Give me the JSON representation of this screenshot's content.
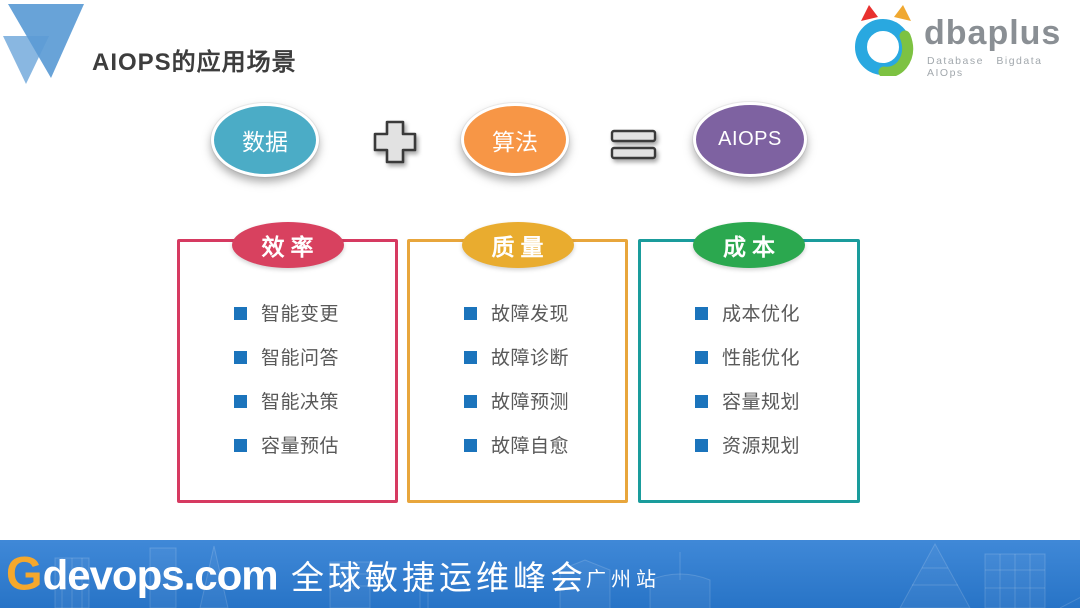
{
  "slide": {
    "title": "AIOPS的应用场景"
  },
  "brand_logo": {
    "name": "dbaplus",
    "tagline": "Database Bigdata AIOps",
    "mark_blue": "#29a8e0",
    "mark_green": "#7dc242",
    "mark_red": "#e8312f",
    "mark_yellow": "#f0a830"
  },
  "formula": {
    "terms": [
      {
        "label": "数据",
        "color": "#4bacc6"
      },
      {
        "label": "算法",
        "color": "#f79646"
      },
      {
        "label": "AIOPS",
        "color": "#7e62a1"
      }
    ],
    "operators": [
      "+",
      "="
    ]
  },
  "categories": [
    {
      "title": "效率",
      "border_color": "#d63a61",
      "badge_color": "#d8415f",
      "items": [
        "智能变更",
        "智能问答",
        "智能决策",
        "容量预估"
      ]
    },
    {
      "title": "质量",
      "border_color": "#e8a63c",
      "badge_color": "#e9ac2f",
      "items": [
        "故障发现",
        "故障诊断",
        "故障预测",
        "故障自愈"
      ]
    },
    {
      "title": "成本",
      "border_color": "#1a9c9c",
      "badge_color": "#2ba84f",
      "items": [
        "成本优化",
        "性能优化",
        "容量规划",
        "资源规划"
      ]
    }
  ],
  "bullet_color": "#1b74bc",
  "footer": {
    "brand_g": "G",
    "brand_rest": "devops.com",
    "summit_title": "全球敏捷运维峰会",
    "city_label": "广州站",
    "background_color": "#2a7bd3",
    "brand_g_color": "#f5a82c"
  }
}
